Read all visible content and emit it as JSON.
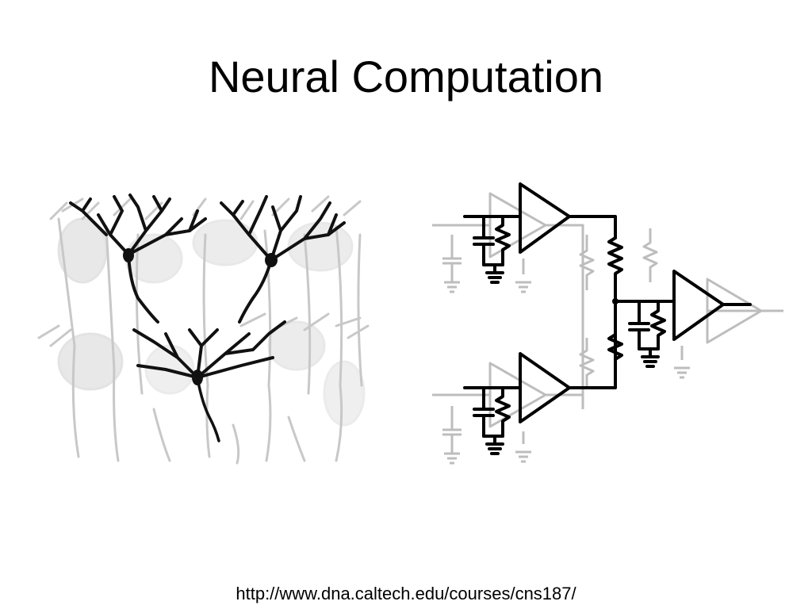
{
  "slide": {
    "title": "Neural Computation",
    "source_url": "http://www.dna.caltech.edu/courses/cns187/"
  },
  "figures": {
    "left": "neuron-network-drawing",
    "right": "analog-circuit-schematic"
  },
  "colors": {
    "background": "#ffffff",
    "ink": "#000000",
    "faded": "#bdbdbd"
  }
}
